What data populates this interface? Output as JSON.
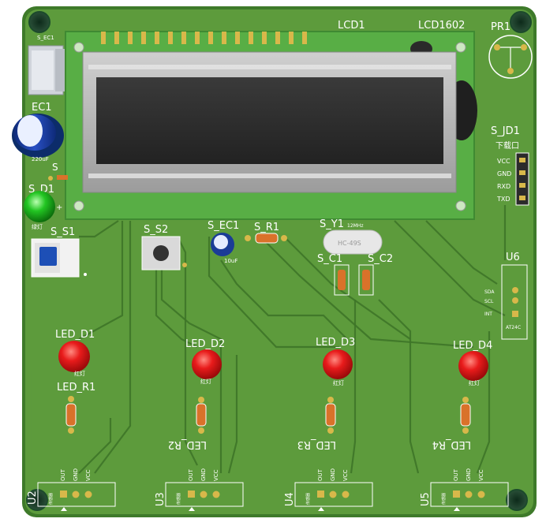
{
  "board": {
    "colors": {
      "pcb": "#5d9b3c",
      "pcb_edge": "#3e7a2a",
      "lcd_module": "#5ab046",
      "lcd_glass": "#2e2e2e",
      "led_red": "#e01818",
      "led_green": "#1fbf1f",
      "pad_gold": "#d8b84a"
    }
  },
  "labels": {
    "lcd_ref": "LCD1",
    "lcd_value": "LCD1602",
    "pr1": "PR1",
    "s_ec1_top": "S_EC1",
    "ec1": "EC1",
    "ec1_value": "220uF",
    "s_r_partial": "S",
    "s_d1": "S_D1",
    "green_led_note": "绿灯",
    "s_s1": "S_S1",
    "s_s2": "S_S2",
    "s_ec1": "S_EC1",
    "s_ec1_value": "10uF",
    "s_r1": "S_R1",
    "s_y1": "S_Y1",
    "s_y1_value": "12MHz",
    "crystal_text": "HC-49S",
    "s_c1": "S_C1",
    "s_c2": "S_C2",
    "s_jd1": "S_JD1",
    "download_port": "下载口",
    "jd_pins": [
      "VCC",
      "GND",
      "RXD",
      "TXD"
    ],
    "u6": "U6",
    "u6_pins": [
      "SDA",
      "SCL",
      "INT"
    ],
    "u6_part": "AT24C",
    "plus_sign": "+",
    "led_d1": "LED_D1",
    "led_d2": "LED_D2",
    "led_d3": "LED_D3",
    "led_d4": "LED_D4",
    "led_r1": "LED_R1",
    "led_r2": "LED_R2",
    "led_r3": "LED_R3",
    "led_r4": "LED_R4",
    "red_led_note": "红灯",
    "u2": "U2",
    "u3": "U3",
    "u4": "U4",
    "u5": "U5",
    "sensor_pins": [
      "OUT",
      "GND",
      "VCC"
    ],
    "sensor_note": "传感器"
  }
}
